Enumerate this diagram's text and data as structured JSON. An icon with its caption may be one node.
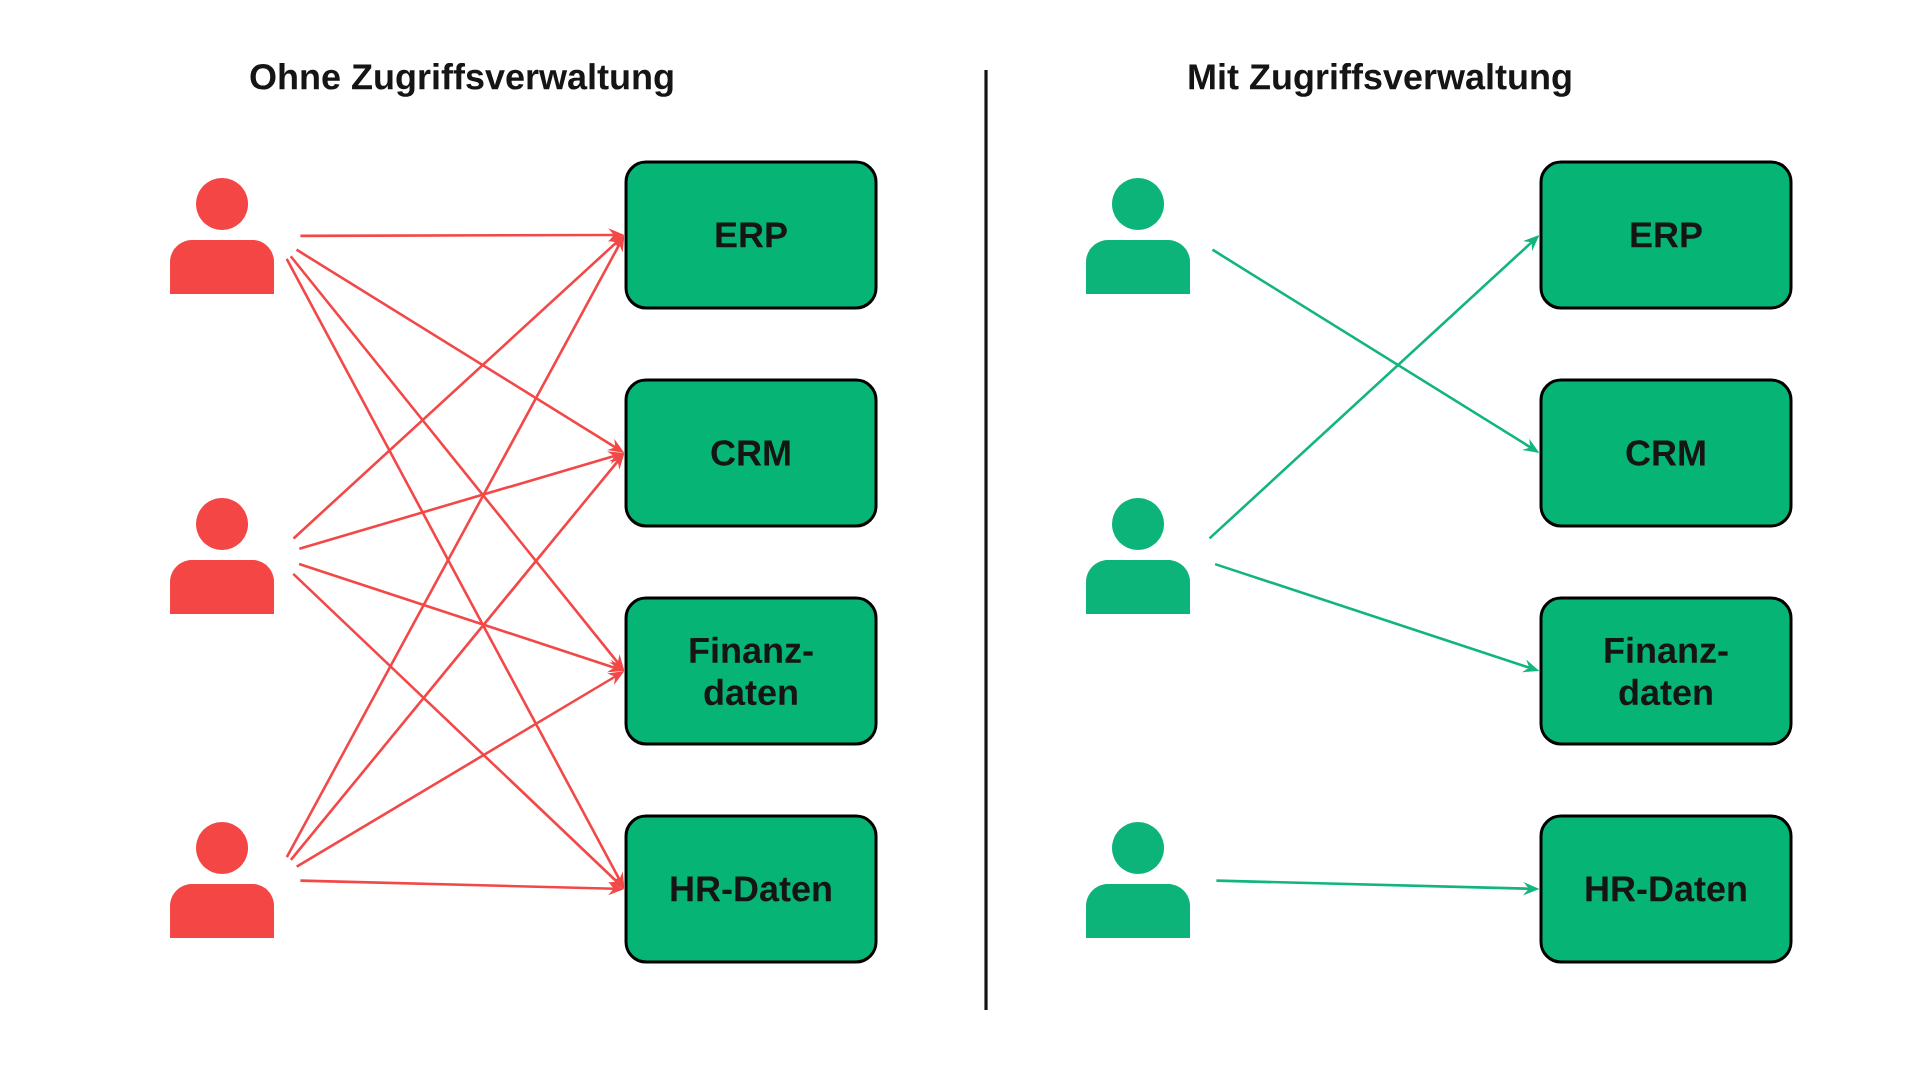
{
  "diagram": {
    "nodes": [
      {
        "text": [],
        "shape": "person"
      },
      {
        "text": [],
        "shape": "person"
      },
      {
        "text": [],
        "shape": "person"
      },
      {
        "text": [
          "ERP"
        ]
      },
      {
        "text": [
          "CRM"
        ]
      },
      {
        "text": [
          "Finanz- daten"
        ]
      },
      {
        "text": [
          "HR-Daten"
        ]
      },
      {
        "text": [],
        "shape": "person"
      },
      {
        "text": [],
        "shape": "person"
      },
      {
        "text": [],
        "shape": "person"
      },
      {
        "text": [
          "ERP"
        ]
      },
      {
        "text": [
          "CRM"
        ]
      },
      {
        "text": [
          "Finanz- daten"
        ]
      },
      {
        "text": [
          "HR-Daten"
        ]
      }
    ],
    "edges": [
      {
        "from": 0,
        "to": 3,
        "arrow": "to"
      },
      {
        "from": 0,
        "to": 4,
        "arrow": "to"
      },
      {
        "from": 0,
        "to": 5,
        "arrow": "to"
      },
      {
        "from": 0,
        "to": 6,
        "arrow": "to"
      },
      {
        "from": 1,
        "to": 3,
        "arrow": "to"
      },
      {
        "from": 1,
        "to": 4,
        "arrow": "to"
      },
      {
        "from": 1,
        "to": 5,
        "arrow": "to"
      },
      {
        "from": 1,
        "to": 6,
        "arrow": "to"
      },
      {
        "from": 2,
        "to": 3,
        "arrow": "to"
      },
      {
        "from": 2,
        "to": 4,
        "arrow": "to"
      },
      {
        "from": 2,
        "to": 5,
        "arrow": "to"
      },
      {
        "from": 2,
        "to": 6,
        "arrow": "to"
      },
      {
        "from": 7,
        "to": 11,
        "arrow": "to",
        "color": "#12b57d"
      },
      {
        "from": 8,
        "to": 10,
        "arrow": "to",
        "color": "#12b57d"
      },
      {
        "from": 8,
        "to": 12,
        "arrow": "to",
        "color": "#12b57d"
      },
      {
        "from": 9,
        "to": 13,
        "arrow": "to",
        "color": "#12b57d"
      }
    ],
    "labels": [
      "Ohne Zugriffsverwaltung",
      "Mit Zugriffsverwaltung"
    ]
  }
}
